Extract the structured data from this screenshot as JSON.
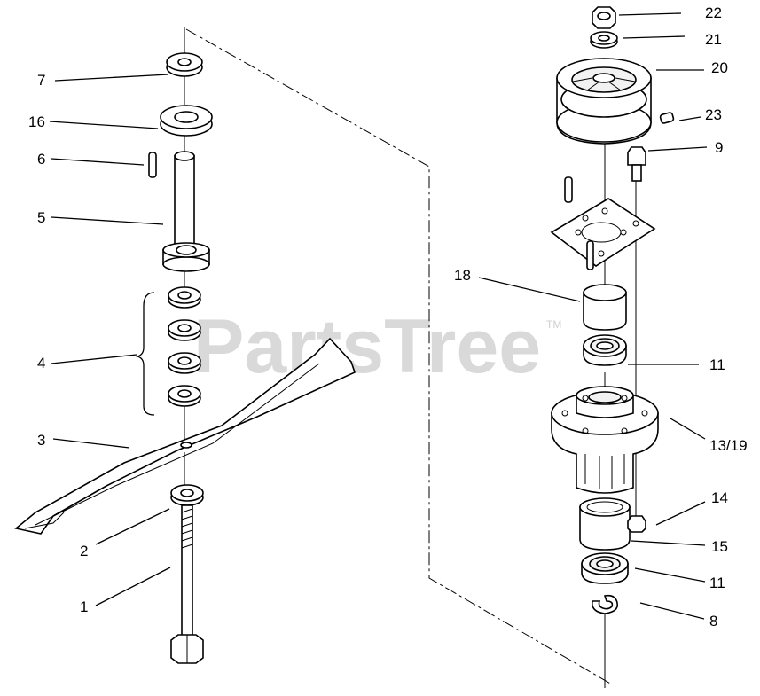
{
  "watermark": {
    "text": "PartsTree",
    "trademark": "TM"
  },
  "callouts": {
    "c1": "1",
    "c2": "2",
    "c3": "3",
    "c4": "4",
    "c5": "5",
    "c6": "6",
    "c7": "7",
    "c8": "8",
    "c9": "9",
    "c11a": "11",
    "c11b": "11",
    "c13_19": "13/19",
    "c14": "14",
    "c15": "15",
    "c16": "16",
    "c18": "18",
    "c20": "20",
    "c21": "21",
    "c22": "22",
    "c23": "23"
  }
}
